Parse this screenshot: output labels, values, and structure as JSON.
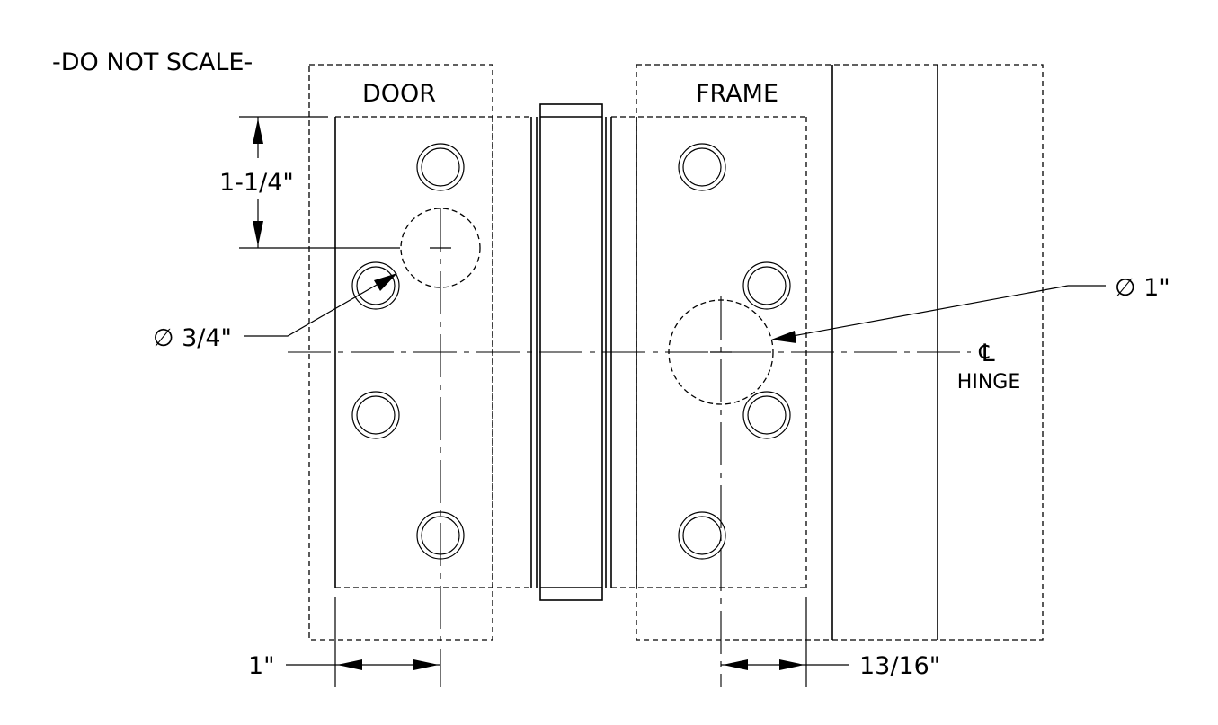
{
  "note": "-DO NOT SCALE-",
  "labels": {
    "door": "DOOR",
    "frame": "FRAME",
    "centerline_symbol": "℄",
    "centerline_label": "HINGE"
  },
  "dimensions": {
    "top_offset": "1-1/4\"",
    "door_hole_diameter": "∅ 3/4\"",
    "frame_hole_diameter": "∅ 1\"",
    "door_edge_offset": "1\"",
    "frame_edge_offset": "13/16\""
  }
}
